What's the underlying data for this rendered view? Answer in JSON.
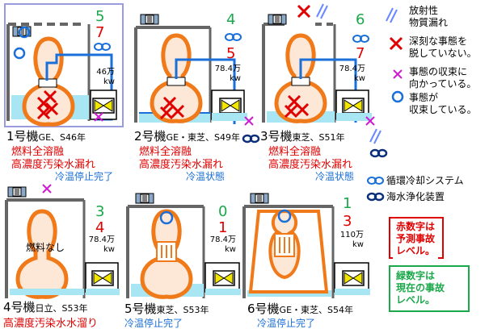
{
  "colors": {
    "vessel": "#f07a1a",
    "loop": "#1a6fd8",
    "water": "#a8e6f4",
    "damage_x": "#e00000",
    "leak_x": "#d11bd1",
    "level_green": "#1aa84a",
    "level_red": "#e00000",
    "pump": "#f2e600"
  },
  "units": [
    {
      "id": "u1",
      "name": "1号機",
      "maker": "GE、S46年",
      "level": "5",
      "forecast": "7",
      "output": "46万",
      "kw": "kw",
      "status_red": [
        "燃料全溶融",
        "高濃度汚染水漏れ"
      ],
      "status_blue": "冷温停止完了"
    },
    {
      "id": "u2",
      "name": "2号機",
      "maker": "GE・東芝、S49年",
      "level": "4",
      "forecast": "5",
      "output": "78.4万",
      "kw": "kw",
      "status_red": [
        "燃料全溶融",
        "高濃度汚染水漏れ"
      ],
      "status_blue": "冷温状態"
    },
    {
      "id": "u3",
      "name": "3号機",
      "maker": "東芝、S51年",
      "level": "6",
      "forecast": "7",
      "output": "78.4万",
      "kw": "kw",
      "status_red": [
        "燃料全溶融",
        "高濃度汚染水漏れ"
      ],
      "status_blue": "冷温状態"
    },
    {
      "id": "u4",
      "name": "4号機",
      "maker": "日立、S53年",
      "level": "3",
      "forecast": "4",
      "output": "78.4万",
      "kw": "kw",
      "no_fuel": "燃料なし",
      "status_red": [
        "高濃度汚染水水溜り"
      ],
      "status_blue": ""
    },
    {
      "id": "u5",
      "name": "5号機",
      "maker": "東芝、S53年",
      "level": "0",
      "forecast": "1",
      "output": "78.4万",
      "kw": "kw",
      "status_red": [],
      "status_blue": "冷温停止完了"
    },
    {
      "id": "u6",
      "name": "6号機",
      "maker": "GE・東芝、S54年",
      "level": "1",
      "forecast": "3",
      "output": "110万",
      "kw": "kw",
      "status_red": [],
      "status_blue": "冷温停止完了"
    }
  ],
  "legend": {
    "leak": "放射性\n物質漏れ",
    "red_x": "深刻な事態を\n脱していない。",
    "pink_x": "事態の収束に\n向かっている。",
    "circle": "事態が\n収束している。",
    "loop": "循環冷却システム",
    "purify": "海水浄化装置"
  },
  "notes": {
    "red": "赤数字は\n予測事故\nレベル。",
    "green": "緑数字は\n現在の事故\nレベル。"
  }
}
